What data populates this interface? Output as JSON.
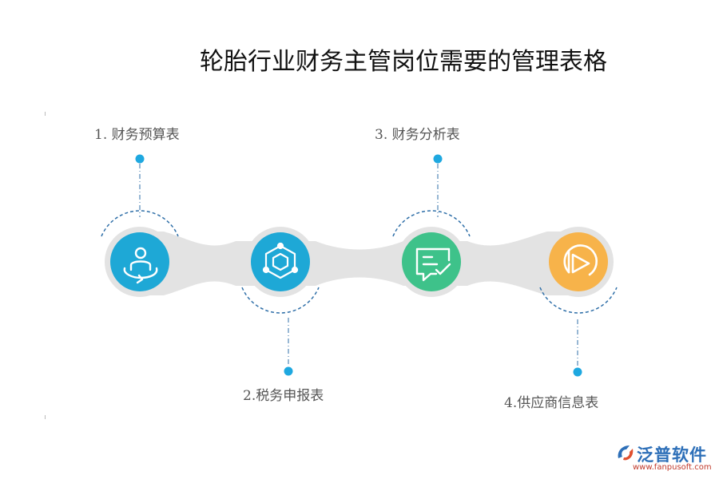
{
  "title": "轮胎行业财务主管岗位需要的管理表格",
  "nodes": [
    {
      "label": "1.  财务预算表",
      "icon": "person-meditation-icon",
      "color": "#1ea8d6"
    },
    {
      "label": "2.税务申报表",
      "icon": "network-cube-icon",
      "color": "#1ea8d6"
    },
    {
      "label": "3.  财务分析表",
      "icon": "chat-check-icon",
      "color": "#3ec28a"
    },
    {
      "label": "4.供应商信息表",
      "icon": "play-circle-icon",
      "color": "#f7b34a"
    }
  ],
  "colors": {
    "track": "#e3e3e3",
    "connector": "#2f6fa8",
    "dot": "#1ea8e0"
  },
  "logo": {
    "name": "泛普软件",
    "url": "www.fanpusoft.com"
  }
}
